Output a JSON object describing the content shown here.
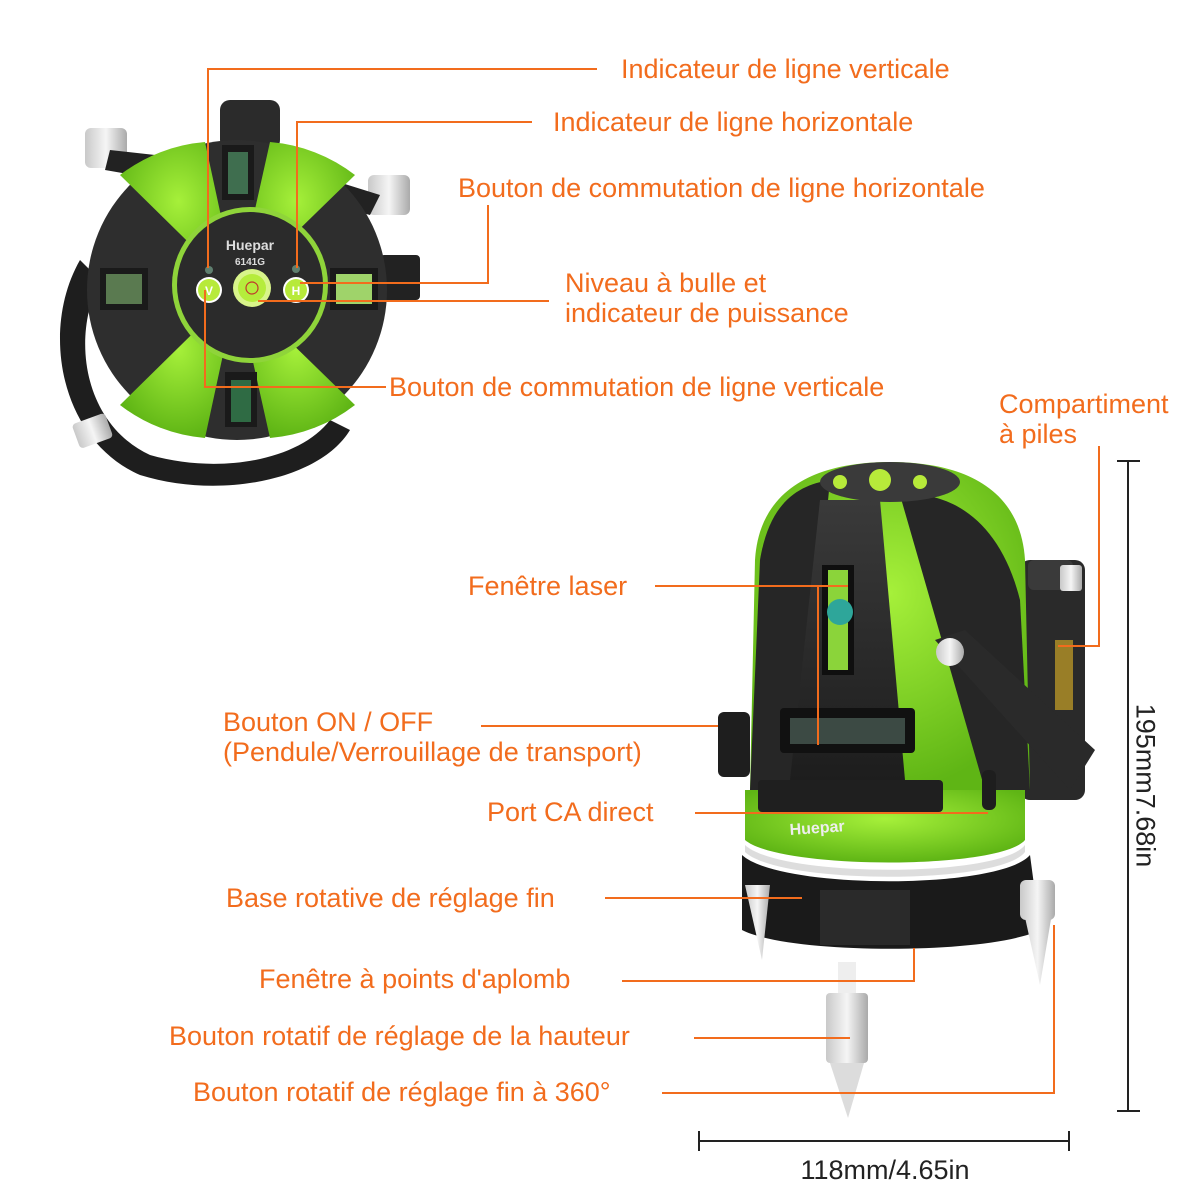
{
  "colors": {
    "callout": "#f26c1d",
    "device_green": "#7ed321",
    "device_black": "#2a2a2a",
    "dimension_line": "#222222"
  },
  "top_view": {
    "brand": "Huepar",
    "model": "6141G",
    "button_v": "V",
    "button_h": "H"
  },
  "front_view": {
    "brand": "Huepar"
  },
  "callouts": [
    {
      "id": "vertical-line-indicator",
      "text": "Indicateur de ligne verticale"
    },
    {
      "id": "horizontal-line-indicator",
      "text": "Indicateur de ligne horizontale"
    },
    {
      "id": "horizontal-line-switch",
      "text": "Bouton de commutation de ligne horizontale"
    },
    {
      "id": "bubble-level",
      "lines": [
        "Niveau à bulle et",
        "indicateur de puissance"
      ]
    },
    {
      "id": "vertical-line-switch",
      "text": "Bouton de commutation de ligne verticale"
    },
    {
      "id": "battery-compartment",
      "lines": [
        "Compartiment",
        "à piles"
      ]
    },
    {
      "id": "laser-window",
      "text": "Fenêtre laser"
    },
    {
      "id": "on-off-button",
      "lines": [
        "Bouton ON / OFF",
        "(Pendule/Verrouillage de transport)"
      ]
    },
    {
      "id": "dc-port",
      "text": "Port CA direct"
    },
    {
      "id": "rotating-base",
      "text": "Base rotative de réglage fin"
    },
    {
      "id": "plumb-window",
      "text": "Fenêtre à points d'aplomb"
    },
    {
      "id": "height-knob",
      "text": "Bouton rotatif de réglage de la hauteur"
    },
    {
      "id": "fine-knob-360",
      "text": "Bouton rotatif de réglage fin à 360°"
    }
  ],
  "dimensions": {
    "height": "195mm7.68in",
    "width": "118mm/4.65in"
  }
}
